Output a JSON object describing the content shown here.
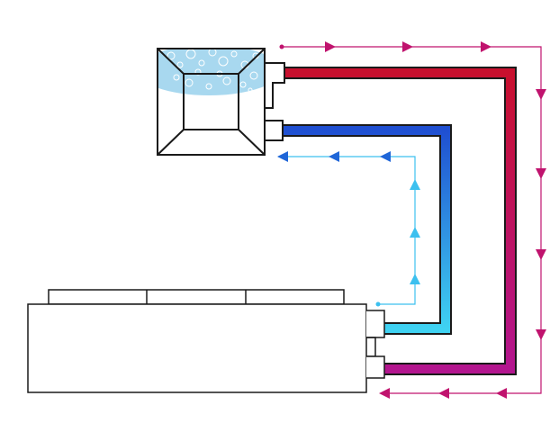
{
  "colors": {
    "outline": "#1a1a1a",
    "hot_pipe_start": "#c8102e",
    "hot_pipe_end": "#b3168f",
    "cold_pipe_start": "#1f4fd1",
    "cold_pipe_end": "#3fd2f2",
    "hot_flow": "#c0136e",
    "cold_flow_dark": "#1f66d8",
    "cold_flow_light": "#3cc0ef",
    "water": "#a8d8ef",
    "bubble": "#ffffff"
  },
  "components": {
    "tank": "water-tank-icon",
    "unit": "base-unit",
    "hot_pipe": "hot-pipe",
    "cold_pipe": "cold-pipe",
    "hot_flow": "hot-flow-arrows",
    "cold_flow": "cold-flow-arrows"
  }
}
